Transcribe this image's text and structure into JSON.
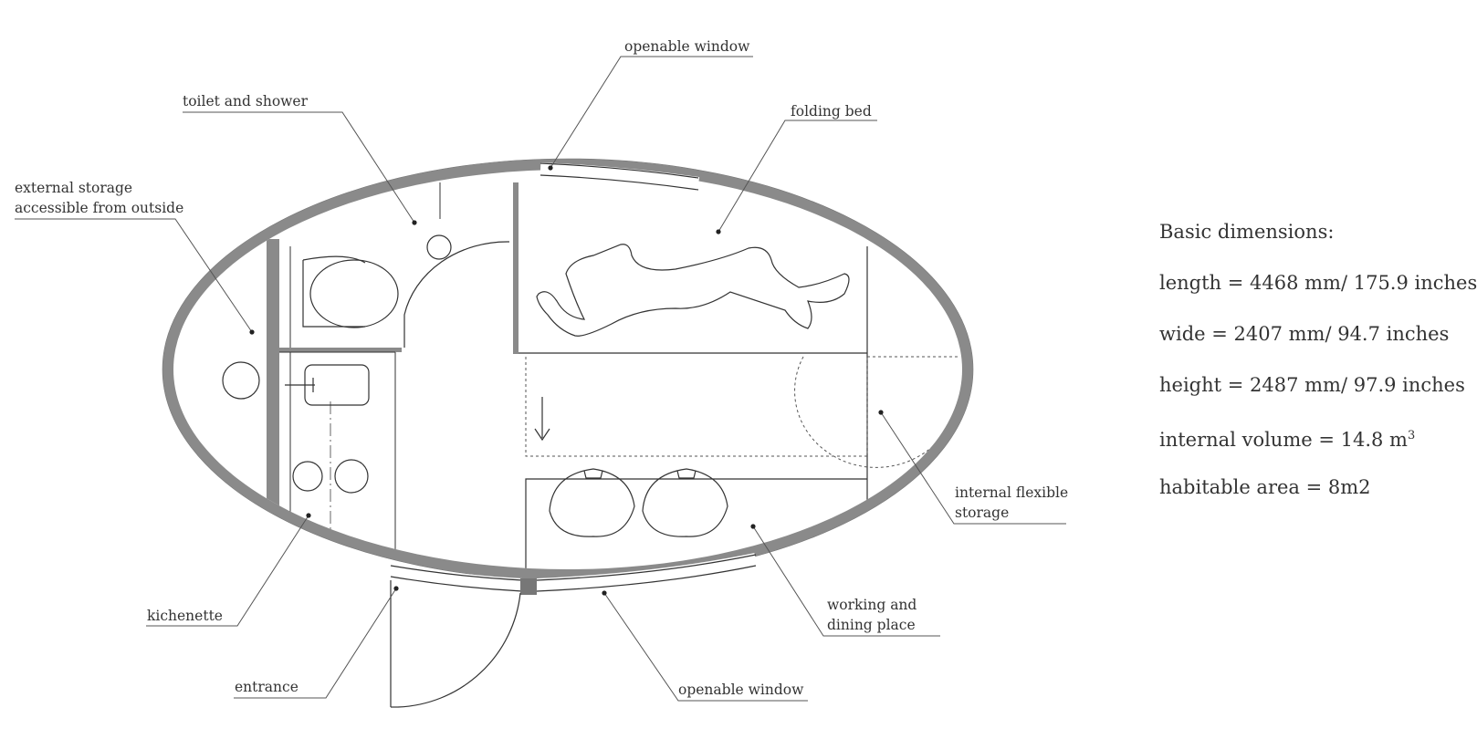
{
  "labels": {
    "openable_window_top": "openable window",
    "toilet_shower": "toilet and shower",
    "folding_bed": "folding bed",
    "external_storage_1": "external storage",
    "external_storage_2": "accessible from outside",
    "internal_storage_1": "internal flexible",
    "internal_storage_2": "storage",
    "kichenette": "kichenette",
    "working_1": "working and",
    "working_2": "dining place",
    "entrance": "entrance",
    "openable_window_bottom": "openable window"
  },
  "dimensions": {
    "title": "Basic dimensions:",
    "length": "length = 4468 mm/ 175.9 inches",
    "wide": "wide = 2407 mm/ 94.7 inches",
    "height": "height = 2487 mm/ 97.9 inches",
    "volume_prefix": "internal volume = 14.8 m",
    "volume_sup": "3",
    "area": "habitable area = 8m2"
  }
}
